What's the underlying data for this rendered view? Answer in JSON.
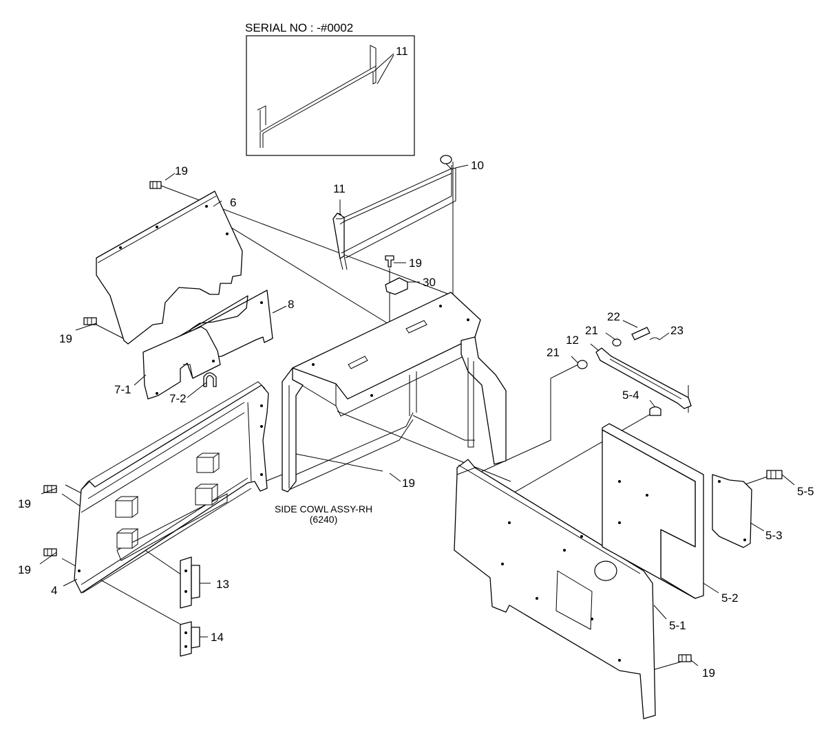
{
  "inset": {
    "title": "SERIAL NO : -#0002",
    "callout": "11"
  },
  "assembly_note": {
    "line1": "SIDE COWL ASSY-RH",
    "line2": "(6240)"
  },
  "callouts": {
    "c19_top": "19",
    "c6": "6",
    "c11": "11",
    "c10": "10",
    "c19_bolt30": "19",
    "c30": "30",
    "c8": "8",
    "c19_left": "19",
    "c7_1": "7-1",
    "c7_2": "7-2",
    "c22": "22",
    "c21_upper": "21",
    "c23": "23",
    "c12": "12",
    "c21_lower": "21",
    "c5_4": "5-4",
    "c19_center": "19",
    "c19_door_upper": "19",
    "c5_5": "5-5",
    "c5_3": "5-3",
    "c19_door_lower": "19",
    "c4": "4",
    "c13": "13",
    "c5_2": "5-2",
    "c5_1": "5-1",
    "c14": "14",
    "c19_bottom": "19"
  }
}
